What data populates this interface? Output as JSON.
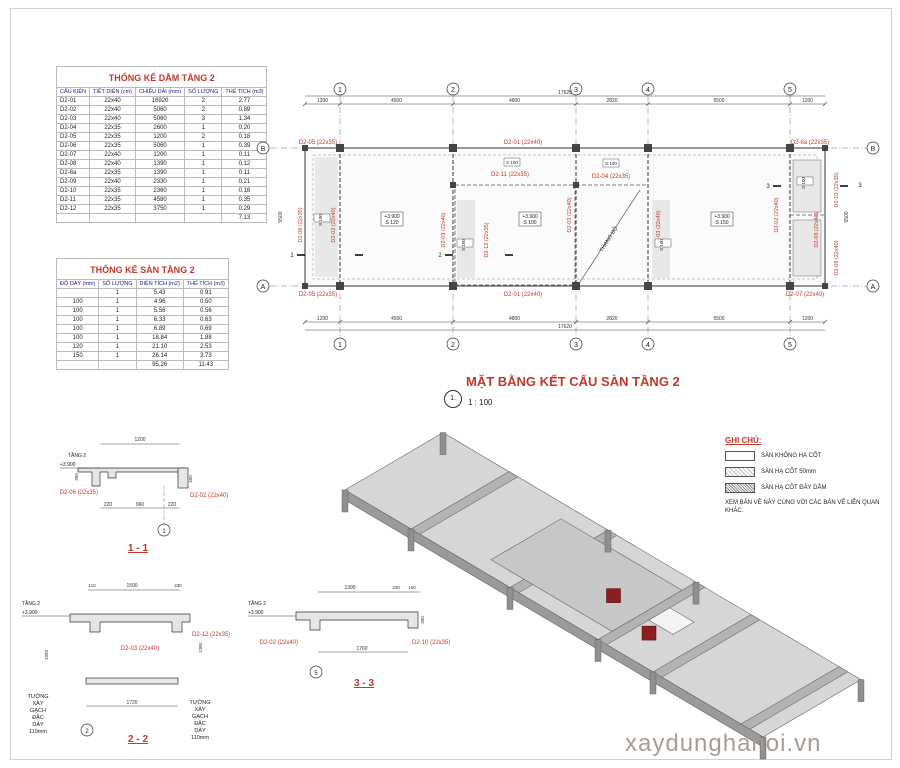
{
  "beam_table": {
    "title": "THỐNG KÊ DẦM TẦNG 2",
    "headers": [
      "CẤU KIỆN",
      "TIẾT DIỆN (cm)",
      "CHIỀU DÀI (mm)",
      "SỐ LƯỢNG",
      "THỂ TÍCH (m3)"
    ],
    "rows": [
      [
        "D2-01",
        "22x40",
        "16920",
        "2",
        "2.77"
      ],
      [
        "D2-02",
        "22x40",
        "5060",
        "2",
        "0.89"
      ],
      [
        "D2-03",
        "22x40",
        "5060",
        "3",
        "1.34"
      ],
      [
        "D2-04",
        "22x35",
        "2600",
        "1",
        "0.20"
      ],
      [
        "D2-05",
        "22x35",
        "1200",
        "2",
        "0.18"
      ],
      [
        "D2-06",
        "22x35",
        "5060",
        "1",
        "0.39"
      ],
      [
        "D2-07",
        "22x40",
        "1200",
        "1",
        "0.11"
      ],
      [
        "D2-08",
        "22x40",
        "1390",
        "1",
        "0.12"
      ],
      [
        "D2-8a",
        "22x35",
        "1390",
        "1",
        "0.11"
      ],
      [
        "D2-09",
        "22x40",
        "2330",
        "1",
        "0.21"
      ],
      [
        "D2-10",
        "22x35",
        "2360",
        "1",
        "0.18"
      ],
      [
        "D2-11",
        "22x35",
        "4580",
        "1",
        "0.35"
      ],
      [
        "D2-12",
        "22x35",
        "3750",
        "1",
        "0.29"
      ]
    ],
    "total": "7.13"
  },
  "slab_table": {
    "title": "THỐNG KÊ SÀN TẦNG 2",
    "headers": [
      "ĐỘ DÀY (mm)",
      "SỐ LƯỢNG",
      "DIỆN TÍCH (m2)",
      "THỂ TÍCH (m3)"
    ],
    "rows": [
      [
        "",
        "1",
        "5.43",
        "0.91"
      ],
      [
        "100",
        "1",
        "4.96",
        "0.50"
      ],
      [
        "100",
        "1",
        "5.56",
        "0.56"
      ],
      [
        "100",
        "1",
        "6.33",
        "0.63"
      ],
      [
        "100",
        "1",
        "6.89",
        "0.69"
      ],
      [
        "100",
        "1",
        "18.84",
        "1.88"
      ],
      [
        "120",
        "1",
        "21.10",
        "2.53"
      ],
      [
        "150",
        "1",
        "26.14",
        "3.73"
      ]
    ],
    "total_area": "95.26",
    "total_volume": "11.43"
  },
  "plan": {
    "title": "MẶT BẰNG KẾT CẤU SÀN TẦNG 2",
    "number": "1.",
    "scale": "1 : 100",
    "grid_cols": [
      "1",
      "2",
      "3",
      "4",
      "5"
    ],
    "grid_rows": [
      "A",
      "B"
    ],
    "total_dim": "17620",
    "dims": [
      "1200",
      "4500",
      "4800",
      "2820",
      "5500",
      "1200"
    ],
    "side_dim": "5500",
    "top_beams": [
      "D2-05 (22x35)",
      "D2-01 (22x40)",
      "D2-8a (22x35)"
    ],
    "bottom_beams": [
      "D2-05 (22x35)",
      "D2-01 (22x40)",
      "D2-07 (22x40)"
    ],
    "inner_beams": [
      "D2-11 (22x35)",
      "D2-04 (22x35)"
    ],
    "vertical_beams": [
      "D2-06 (22x35)",
      "D2-02 (22x40)",
      "D2-03 (22x40)",
      "D2-12 (22x35)",
      "D2-03 (22x40)",
      "D2-03 (22x40)",
      "D2-02 (22x40)",
      "D2-10 (22x35)",
      "D2-09 (22x40)",
      "D2-08 (22x40)"
    ],
    "slab_tags": [
      {
        "level": "+3.900",
        "thick": "S 120"
      },
      {
        "level": "+3.900",
        "thick": "S 100"
      },
      {
        "level": "+3.900",
        "thick": "S 150"
      }
    ],
    "stair_label": "THANG BỘ",
    "small_tags": [
      "S 100",
      "S 100",
      "S 100",
      "S 100",
      "S 100",
      "S 100"
    ],
    "section_marks": [
      "1",
      "2",
      "3"
    ]
  },
  "sections": {
    "s1": {
      "title": "1 - 1",
      "level_name": "TẦNG 2",
      "level": "+3.900",
      "beam_left": "D2-06 (22x35)",
      "beam_right": "D2-02 (22x40)",
      "dim_top": "1200",
      "dims_bottom": [
        "220",
        "960",
        "220"
      ],
      "axis": "1",
      "h": "350",
      "h2": "400"
    },
    "s2": {
      "title": "2 - 2",
      "level_name": "TẦNG 2",
      "level": "+3.900",
      "beam_left": "D2-03 (22x40)",
      "beam_right": "D2-12 (22x35)",
      "dim_top": "1500",
      "dims_top_small": [
        "110",
        "230"
      ],
      "dim_bottom": "1720",
      "height": "1050",
      "wall": "TƯỜNG XÂY GẠCH ĐẶC DÀY 110mm",
      "axis": "2",
      "h_right": "1300"
    },
    "s3": {
      "title": "3 - 3",
      "level_name": "TẦNG 2",
      "level": "+3.900",
      "beam_left": "D2-02 (22x40)",
      "beam_right": "D2-10 (22x35)",
      "dim_top": "1390",
      "dims_top_small": [
        "220",
        "150"
      ],
      "dim_bottom": "1760",
      "axis": "5",
      "h": "350"
    }
  },
  "notes": {
    "title": "GHI CHÚ:",
    "legend": [
      "SÀN KHÔNG HẠ CỐT",
      "SÀN HẠ CỐT 50mm",
      "SÀN HẠ CỐT ĐÁY DẦM"
    ],
    "text": "XEM BẢN VẼ NÀY CÙNG VỚI CÁC BẢN VẼ LIÊN QUAN KHÁC."
  },
  "watermark": "xaydunghanoi.vn"
}
